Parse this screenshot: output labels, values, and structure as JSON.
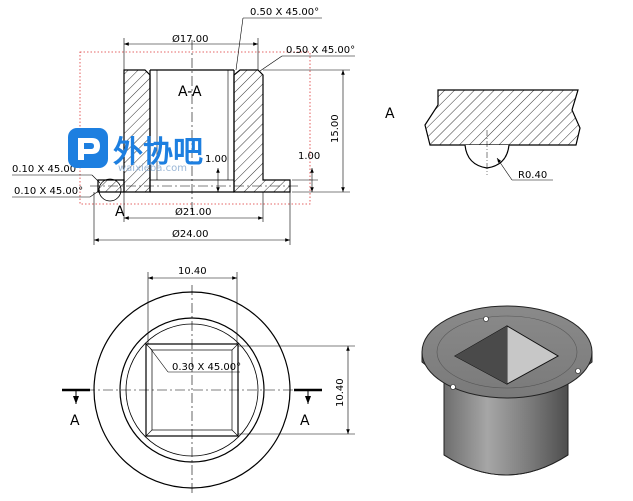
{
  "section_view": {
    "title": "A-A",
    "dims": {
      "top_chamfer": "0.50 X 45.00°",
      "inner_chamfer": "0.50 X 45.00°",
      "bore_diameter": "Ø17.00",
      "height": "15.00",
      "step_inner": "1.00",
      "step_outer": "1.00",
      "shoulder_diameter": "Ø21.00",
      "flange_diameter": "Ø24.00",
      "chamfer_left_1": "0.10 X 45.00°",
      "chamfer_left_2": "0.10 X 45.00°"
    },
    "detail_callout": "A"
  },
  "detail_view": {
    "label": "A",
    "radius": "R0.40"
  },
  "top_view": {
    "width_dim": "10.40",
    "height_dim": "10.40",
    "square_chamfer": "0.30 X 45.00°",
    "section_label_left": "A",
    "section_label_right": "A"
  },
  "watermark": {
    "brand": "外协吧",
    "url": "waixieba.com"
  }
}
